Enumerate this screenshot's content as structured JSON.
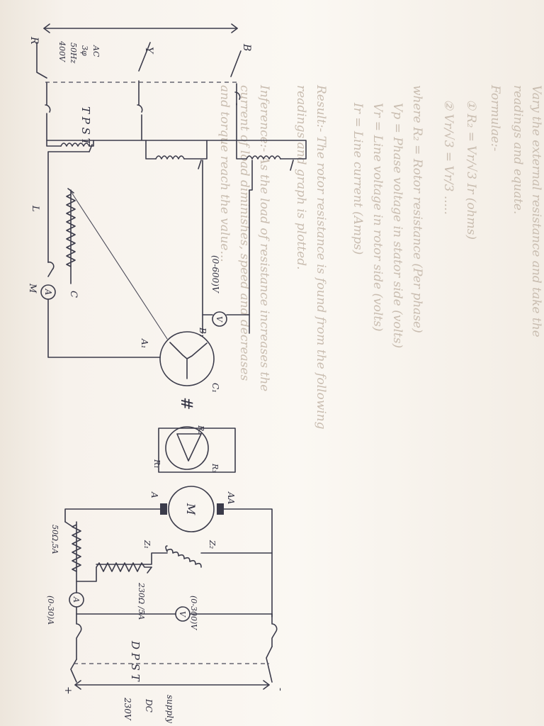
{
  "supply_3ph": {
    "phase_r": "R",
    "phase_y": "Y",
    "phase_b": "B",
    "rating": [
      "400V",
      "50Hz",
      "3φ",
      "AC"
    ]
  },
  "tpst_switch": "T P S T",
  "ac_meters": {
    "ammeter_label": "M",
    "ammeter_symbol": "A",
    "load_letters": [
      "L",
      "C"
    ],
    "voltmeter_range": "(0-600)V",
    "voltmeter_symbol": "V"
  },
  "induction_motor": {
    "terminals": [
      "A₁",
      "B₁",
      "C₁"
    ],
    "coupling_mark": "#"
  },
  "alternator_rotor": {
    "terminals": [
      "R₁",
      "R₂",
      "R₃"
    ]
  },
  "dc_motor": {
    "symbol": "M",
    "armature_terminals": [
      "A",
      "AA"
    ],
    "field_terminals": [
      "Z₁",
      "Z₂"
    ],
    "armature_rheostat": "50Ω,5A",
    "field_rheostat": "230Ω /5A",
    "ammeter_range": "(0-30)A",
    "ammeter_symbol": "A",
    "voltmeter_range": "(0-300)V",
    "voltmeter_symbol": "V"
  },
  "dpst_switch": "D P S T",
  "dc_supply": {
    "lines": [
      "230V",
      "DC",
      "supply"
    ],
    "plus": "+",
    "minus": "-"
  },
  "faded_notes": [
    "Vary the external resistance and take the",
    "readings and equate.",
    "Formulae:-",
    "① R₂ = Vr/√3 Ir  (ohms)",
    "② Vr/√3 = Vr/3 .....",
    "where R₂ = Rotor resistance (Per phase)",
    "Vp = Phase voltage in stator side (volts)",
    "Vr = Line voltage in rotor side (volts)",
    "Ir = Line current (Amps)",
    "Result:- The rotor resistance is found from the following",
    "readings and graph is plotted.",
    "Inference:- As the load of resistance increases the",
    "current of load diminishes, speed and decreases",
    "and torque reach the value..."
  ]
}
